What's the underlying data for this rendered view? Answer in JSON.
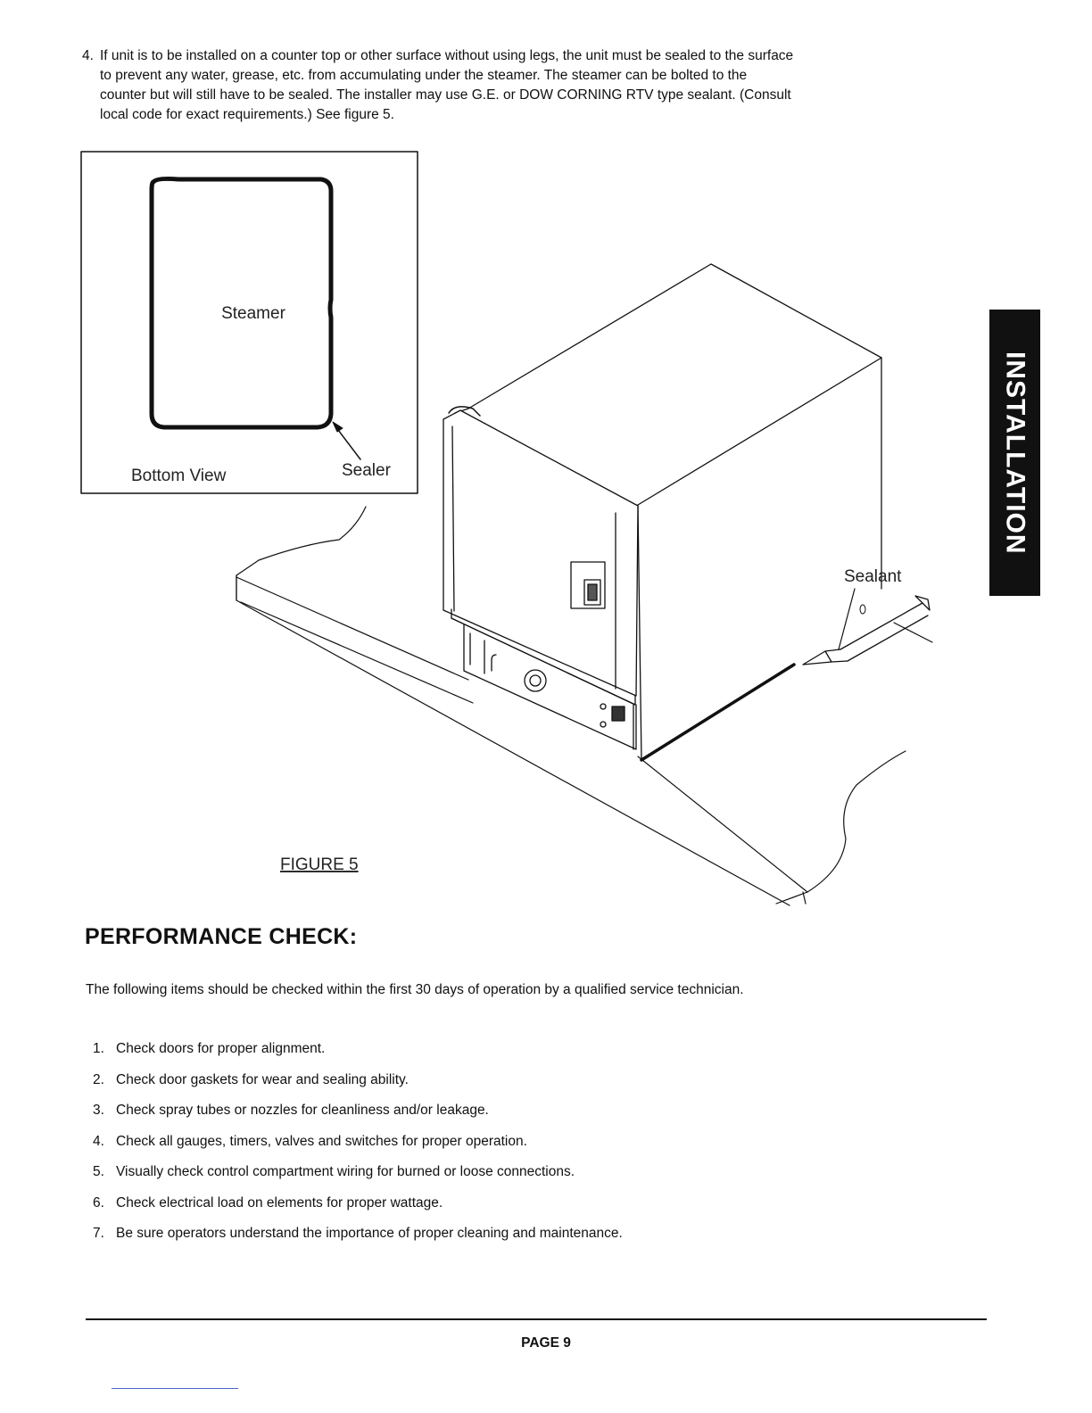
{
  "intro": {
    "number": "4.",
    "line1": "If unit is to be installed on a counter top or other surface without using legs, the unit must be sealed to the surface",
    "line2": "to prevent any water, grease, etc. from accumulating under the steamer.  The steamer can be bolted to the",
    "line3": "counter but will still have to be sealed.  The installer may use G.E. or DOW CORNING RTV type sealant.  (Consult",
    "line4": "local code for exact requirements.)  See figure 5."
  },
  "figure": {
    "inset_steamer_label": "Steamer",
    "inset_view_label": "Bottom View",
    "inset_sealer_label": "Sealer",
    "sealant_label": "Sealant",
    "caption": "FIGURE 5"
  },
  "side_tab": "INSTALLATION",
  "section": {
    "heading": "PERFORMANCE CHECK:",
    "lead": "The following items should be checked within the first 30 days of operation by a qualified service technician.",
    "items": [
      {
        "n": "1.",
        "text": "Check doors for proper alignment."
      },
      {
        "n": "2.",
        "text": "Check door gaskets for wear and sealing ability."
      },
      {
        "n": "3.",
        "text": "Check spray tubes or nozzles for cleanliness and/or leakage."
      },
      {
        "n": "4.",
        "text": "Check all gauges, timers, valves and switches for proper operation."
      },
      {
        "n": "5.",
        "text": "Visually check control compartment wiring for burned or loose connections."
      },
      {
        "n": "6.",
        "text": "Check electrical load on elements for proper wattage."
      },
      {
        "n": "7.",
        "text": "Be sure operators understand the importance of proper cleaning and maintenance."
      }
    ]
  },
  "footer": {
    "page": "PAGE 9"
  }
}
